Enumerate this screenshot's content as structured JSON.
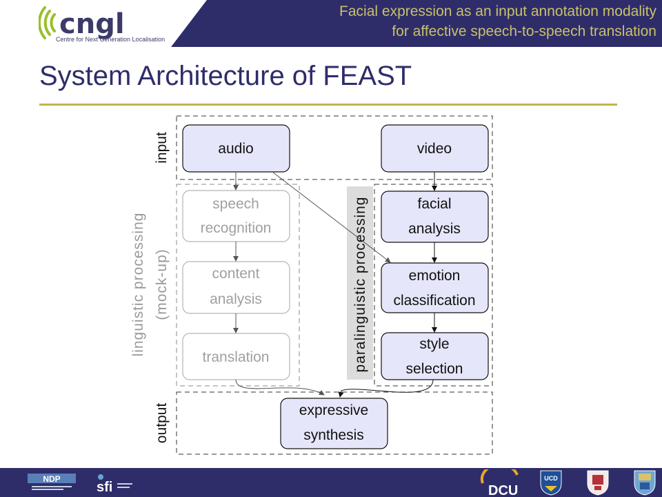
{
  "header": {
    "title_line1": "Facial expression as an input annotation modality",
    "title_line2": "for affective speech-to-speech translation",
    "logo_text": "cngl",
    "logo_subtitle": "Centre for Next Generation Localisation"
  },
  "slide": {
    "title": "System Architecture of FEAST"
  },
  "diagram": {
    "regions": {
      "input": "input",
      "linguistic_line1": "linguistic processing",
      "linguistic_line2": "(mock-up)",
      "paralinguistic": "paralinguistic processing",
      "output": "output"
    },
    "boxes": {
      "audio": "audio",
      "video": "video",
      "speech_1": "speech",
      "speech_2": "recognition",
      "content_1": "content",
      "content_2": "analysis",
      "translation": "translation",
      "facial_1": "facial",
      "facial_2": "analysis",
      "emotion_1": "emotion",
      "emotion_2": "classification",
      "style_1": "style",
      "style_2": "selection",
      "expressive_1": "expressive",
      "expressive_2": "synthesis"
    }
  },
  "footer": {
    "ndp_label": "NDP",
    "sfi_label": "sfi",
    "dcu_label": "DCU",
    "ucd_label": "UCD"
  },
  "colors": {
    "header_bg": "#2e2d6a",
    "title_text": "#2e2d69",
    "rule": "#bdb54e",
    "box_fill": "#e6e6fa",
    "mock_box_stroke": "#b5b5b5",
    "mock_text": "#a0a0a0",
    "logo_green": "#9bbf2a"
  }
}
